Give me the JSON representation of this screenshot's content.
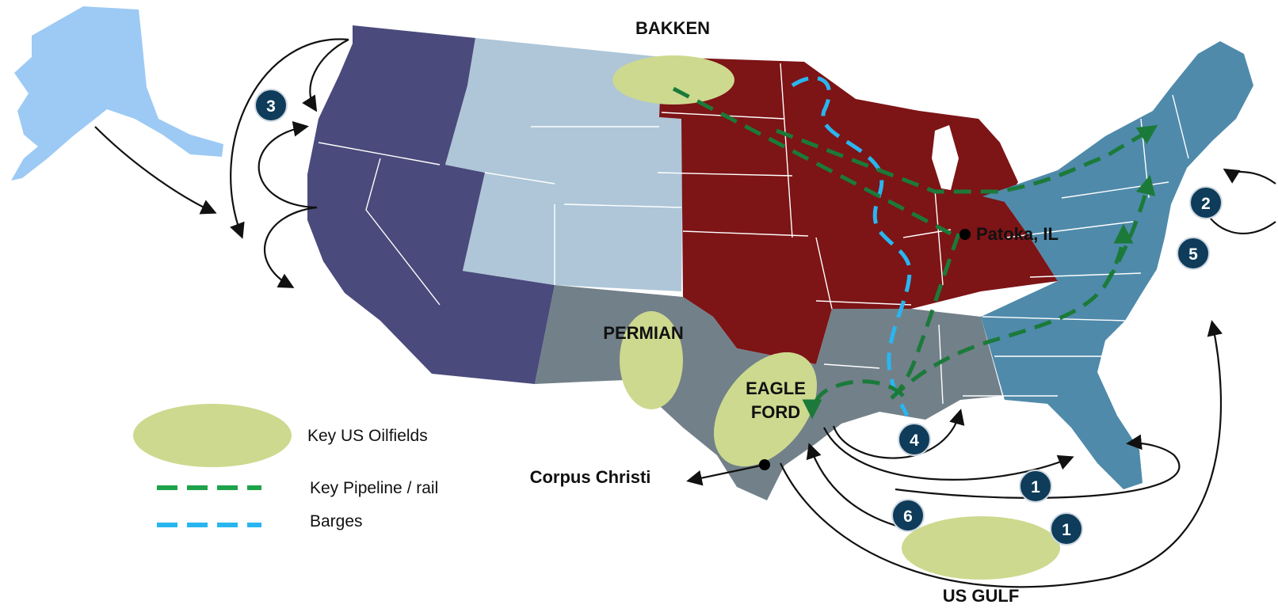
{
  "labels": {
    "bakken": "BAKKEN",
    "permian": "PERMIAN",
    "eagle_ford_line1": "EAGLE",
    "eagle_ford_line2": "FORD",
    "patoka": "Patoka, IL",
    "corpus_christi": "Corpus Christi",
    "us_gulf": "US GULF"
  },
  "legend": {
    "oilfields": "Key US Oilfields",
    "pipeline": "Key Pipeline / rail",
    "barges": "Barges"
  },
  "badges": {
    "west_coast": "3",
    "east_coast_north": "2",
    "east_coast_mid": "5",
    "gulf_river": "4",
    "florida_route": "1",
    "gulf_offshore": "1",
    "gulf_return": "6"
  },
  "colors": {
    "west_region": "#4a4a7c",
    "mountain_region": "#aec6d8",
    "midwest_region": "#7d1416",
    "gulf_region": "#728089",
    "east_region": "#4f8aaa",
    "alaska": "#9ccaf4",
    "oilfield": "#cdd98e",
    "pipeline": "#1b7a3a",
    "barge": "#29b6f0",
    "badge": "#0e3c5a"
  }
}
